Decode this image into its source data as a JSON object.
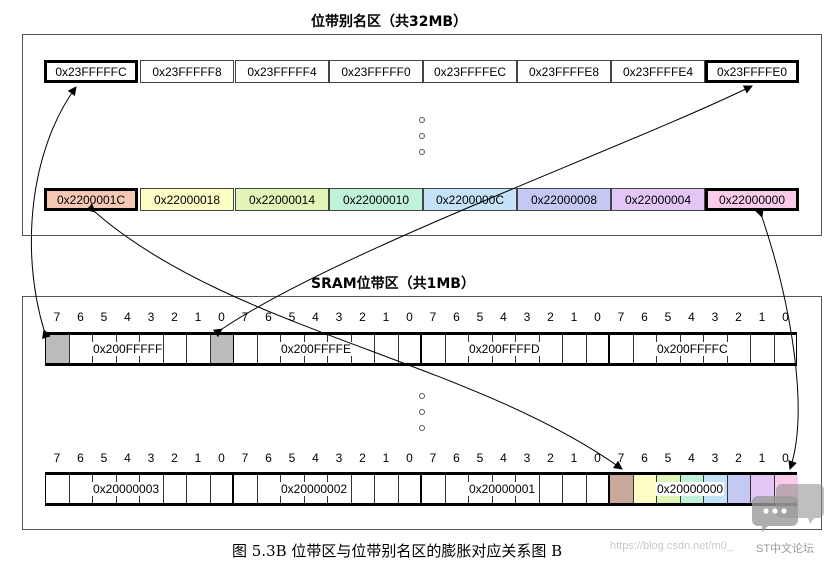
{
  "alias_title": "位带别名区（共32MB）",
  "sram_title": "SRAM位带区（共1MB）",
  "alias_top_row": [
    "0x23FFFFFC",
    "0x23FFFFF8",
    "0x23FFFFF4",
    "0x23FFFFF0",
    "0x23FFFFEC",
    "0x23FFFFE8",
    "0x23FFFFE4",
    "0x23FFFFE0"
  ],
  "alias_bottom_row": [
    "0x2200001C",
    "0x22000018",
    "0x22000014",
    "0x22000010",
    "0x2200000C",
    "0x22000008",
    "0x22000004",
    "0x22000000"
  ],
  "bottom_colors": [
    "#f4c8b4",
    "#fdfdc6",
    "#e2f5b8",
    "#bff2d8",
    "#c4e2f8",
    "#c6c8f4",
    "#e4c6f6",
    "#f8cce8"
  ],
  "bit_labels": [
    "7",
    "6",
    "5",
    "4",
    "3",
    "2",
    "1",
    "0"
  ],
  "sram_top_bytes": [
    "0x200FFFFF",
    "0x200FFFFE",
    "0x200FFFFD",
    "0x200FFFFC"
  ],
  "sram_bottom_bytes": [
    "0x20000003",
    "0x20000002",
    "0x20000001",
    "0x20000000"
  ],
  "bottom_byte0_bit_colors": [
    "#c8a898",
    "#fdfdc6",
    "#e2f5b8",
    "#bff2d8",
    "#c4e2f8",
    "#c6c8f4",
    "#e4c6f6",
    "#f8cce8"
  ],
  "highlight_gray": "#bbbbbb",
  "caption": "图 5.3B 位带区与位带别名区的膨胀对应关系图 B",
  "watermark": "https://blog.csdn.net/m0_",
  "watermark_brand": "ST中文论坛"
}
